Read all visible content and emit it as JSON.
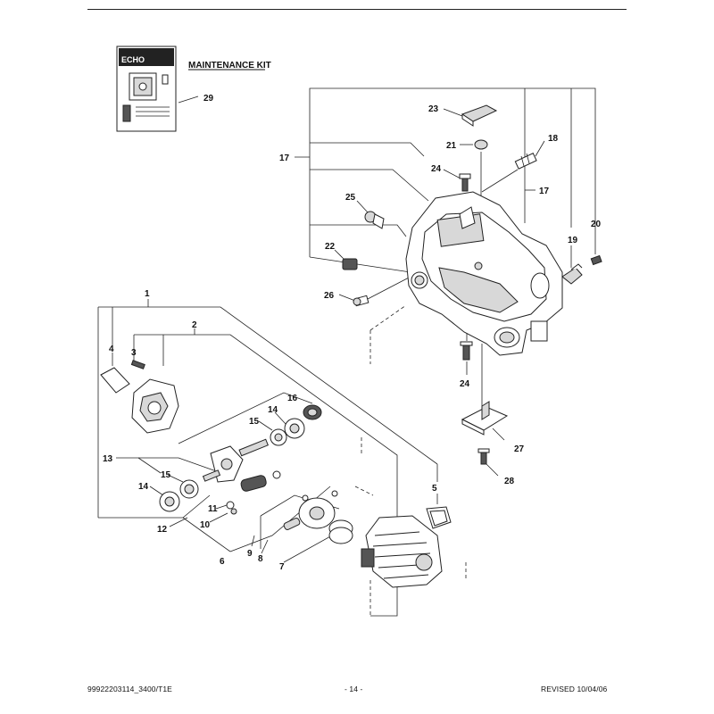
{
  "title": "MAINTENANCE KIT",
  "kit_card_brand": "ECHO",
  "callouts": {
    "c1": "1",
    "c2": "2",
    "c3": "3",
    "c4": "4",
    "c5": "5",
    "c6": "6",
    "c7": "7",
    "c8": "8",
    "c9": "9",
    "c10": "10",
    "c11": "11",
    "c12": "12",
    "c13": "13",
    "c14a": "14",
    "c14b": "14",
    "c15a": "15",
    "c15b": "15",
    "c16": "16",
    "c17a": "17",
    "c17b": "17",
    "c18": "18",
    "c19": "19",
    "c20": "20",
    "c21": "21",
    "c22": "22",
    "c23": "23",
    "c24a": "24",
    "c24b": "24",
    "c25": "25",
    "c26": "26",
    "c27": "27",
    "c28": "28",
    "c29": "29"
  },
  "footer": {
    "left": "99922203114_3400/T1E",
    "center": "- 14 -",
    "right": "REVISED 10/04/06"
  }
}
